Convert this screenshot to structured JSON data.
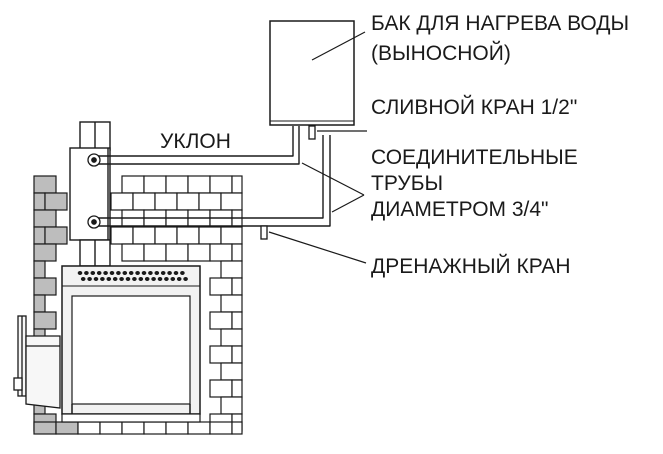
{
  "labels": {
    "tank_line1": "БАК ДЛЯ НАГРЕВА ВОДЫ",
    "tank_line2": "(ВЫНОСНОЙ)",
    "drain_valve": "СЛИВНОЙ КРАН 1/2\"",
    "pipes_line1": "СОЕДИНИТЕЛЬНЫЕ",
    "pipes_line2": "ТРУБЫ",
    "pipes_line3": "ДИАМЕТРОМ 3/4\"",
    "drainage_valve": "ДРЕНАЖНЫЙ КРАН",
    "slope": "УКЛОН"
  },
  "colors": {
    "ink": "#1a1a1a",
    "brick_fill": "#ffffff",
    "brick_shaded": "#bdbdbd",
    "stove_fill": "#f2f2f2"
  }
}
